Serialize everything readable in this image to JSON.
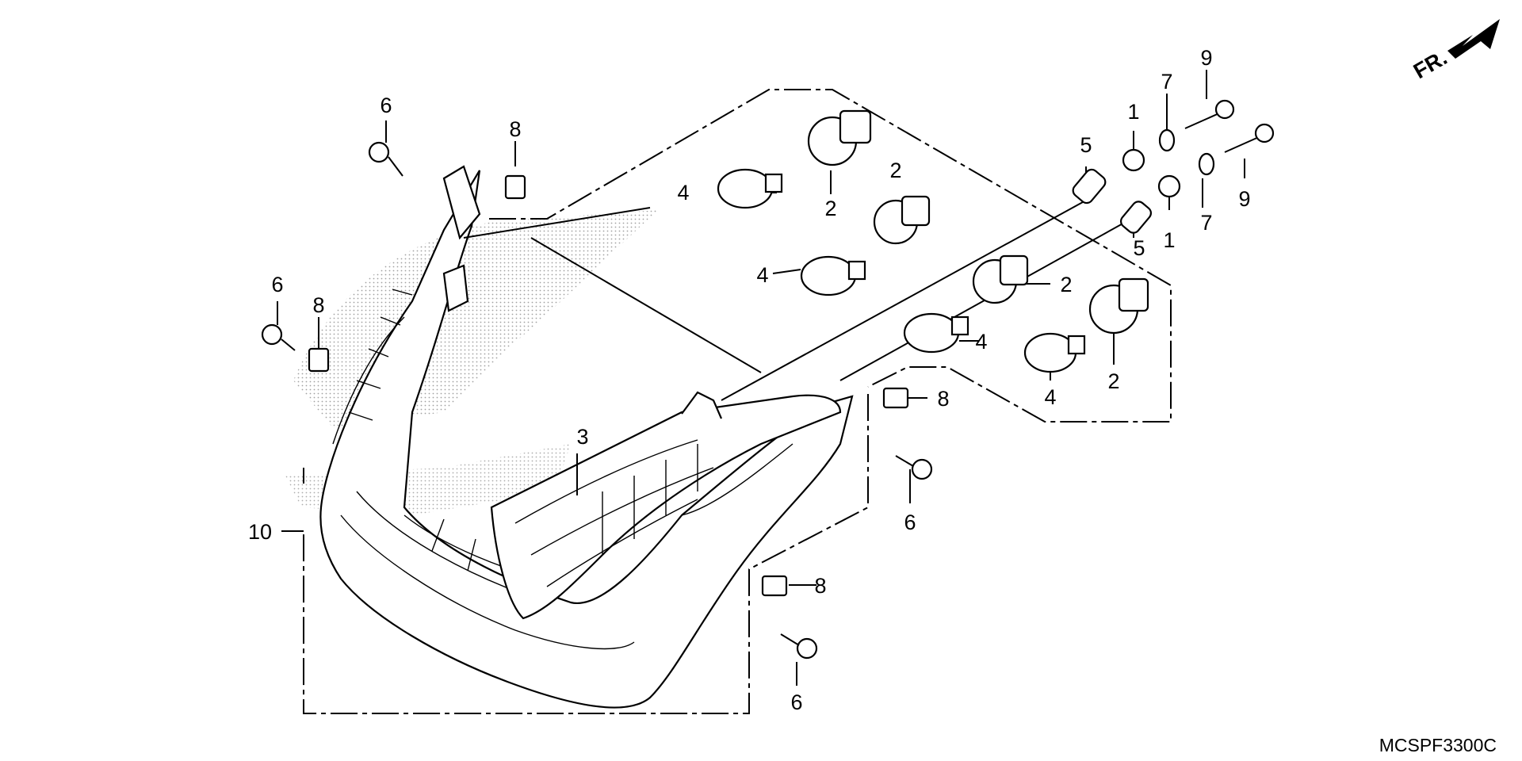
{
  "diagram": {
    "code": "MCSPF3300C",
    "direction_label": "FR.",
    "callouts": [
      {
        "id": "c-1a",
        "text": "1"
      },
      {
        "id": "c-1b",
        "text": "1"
      },
      {
        "id": "c-2a",
        "text": "2"
      },
      {
        "id": "c-2b",
        "text": "2"
      },
      {
        "id": "c-2c",
        "text": "2"
      },
      {
        "id": "c-2d",
        "text": "2"
      },
      {
        "id": "c-3",
        "text": "3"
      },
      {
        "id": "c-4a",
        "text": "4"
      },
      {
        "id": "c-4b",
        "text": "4"
      },
      {
        "id": "c-4c",
        "text": "4"
      },
      {
        "id": "c-4d",
        "text": "4"
      },
      {
        "id": "c-5a",
        "text": "5"
      },
      {
        "id": "c-5b",
        "text": "5"
      },
      {
        "id": "c-6a",
        "text": "6"
      },
      {
        "id": "c-6b",
        "text": "6"
      },
      {
        "id": "c-6c",
        "text": "6"
      },
      {
        "id": "c-6d",
        "text": "6"
      },
      {
        "id": "c-7a",
        "text": "7"
      },
      {
        "id": "c-7b",
        "text": "7"
      },
      {
        "id": "c-8a",
        "text": "8"
      },
      {
        "id": "c-8b",
        "text": "8"
      },
      {
        "id": "c-8c",
        "text": "8"
      },
      {
        "id": "c-8d",
        "text": "8"
      },
      {
        "id": "c-9a",
        "text": "9"
      },
      {
        "id": "c-9b",
        "text": "9"
      },
      {
        "id": "c-10",
        "text": "10"
      }
    ]
  }
}
